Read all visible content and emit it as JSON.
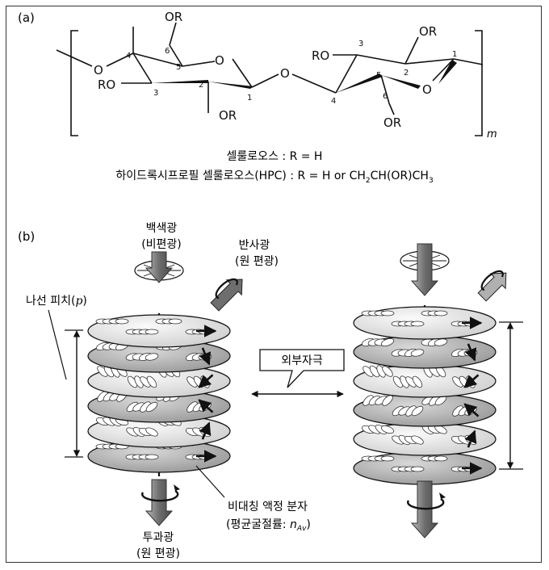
{
  "panel_a": {
    "label": "(a)",
    "subscript_m": "m",
    "left_ring": {
      "top_sub": "OR",
      "left_sub": "RO",
      "bottom_sub": "OR",
      "ring_o": "O",
      "link_o": "O",
      "end_o": "O",
      "n4": "4",
      "n5": "5",
      "n6": "6",
      "n3": "3",
      "n2": "2",
      "n1": "1"
    },
    "right_ring": {
      "top_sub": "OR",
      "left_sub": "RO",
      "bottom_sub": "OR",
      "ring_o": "O",
      "n3": "3",
      "n2": "2",
      "n1": "1",
      "n4": "4",
      "n5": "5",
      "n6": "6"
    },
    "caption_line1": "셀룰로오스 : R = H",
    "caption_line2_a": "하이드록시프로필 셀룰로오스(HPC) : R = H or CH",
    "caption_sub_2": "2",
    "caption_line2_b": "CH(OR)CH",
    "caption_sub_3": "3"
  },
  "panel_b": {
    "label": "(b)",
    "white_light": "백색광",
    "unpolarized": "(비편광)",
    "reflected": "반사광",
    "reflected_pol": "(원 편광)",
    "pitch_label": "나선 피치(",
    "pitch_symbol": "p",
    "pitch_close": ")",
    "stimulus": "외부자극",
    "molecule": "비대칭 액정 분자",
    "refractive_a": "(평균굴절률: ",
    "refractive_n": "n",
    "refractive_sub": "Av",
    "refractive_b": ")",
    "transmitted": "투과광",
    "transmitted_pol": "(원 편광)"
  },
  "colors": {
    "disk_light": "#e4e4e4",
    "disk_dark": "#b4b4b4",
    "arrow_gray": "#8a8a8a",
    "line": "#111111"
  }
}
